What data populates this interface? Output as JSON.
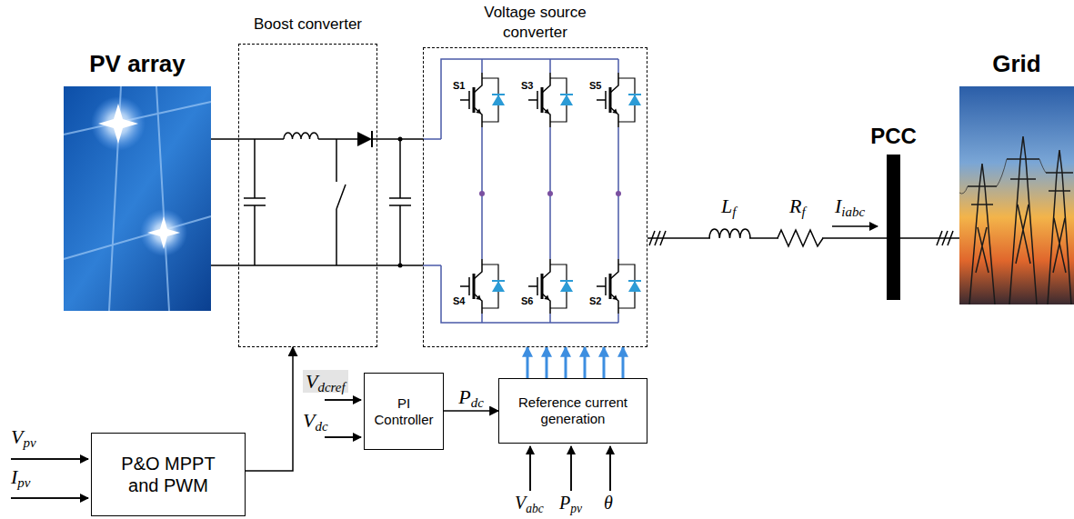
{
  "diagram": {
    "nodes": [
      {
        "text": [
          "PV array"
        ]
      },
      {
        "text": [
          "Boost converter"
        ]
      },
      {
        "text": [
          "Voltage source converter"
        ]
      },
      {
        "text": [
          "PCC"
        ]
      },
      {
        "text": [
          "Grid"
        ]
      },
      {
        "text": [
          "P&O MPPT and PWM"
        ]
      },
      {
        "text": [
          "PI Controller"
        ]
      },
      {
        "text": [
          "Reference current generation"
        ]
      }
    ],
    "edges": [
      {
        "from": 0,
        "to": 1,
        "arrow": "none"
      },
      {
        "from": 0,
        "to": 1,
        "arrow": "none"
      },
      {
        "from": 1,
        "to": 2,
        "arrow": "none"
      },
      {
        "from": 1,
        "to": 2,
        "arrow": "none"
      },
      {
        "from": 2,
        "to": 3,
        "arrow": "none"
      },
      {
        "from": 3,
        "to": 4,
        "arrow": "none"
      },
      {
        "from": 5,
        "to": 1,
        "arrow": "to"
      },
      {
        "from": 6,
        "to": 7,
        "label": "Pdc",
        "arrow": "to"
      },
      {
        "from": 7,
        "to": 2,
        "arrow": "to"
      },
      {
        "from": 7,
        "to": 2,
        "arrow": "to"
      },
      {
        "from": 7,
        "to": 2,
        "arrow": "to"
      },
      {
        "from": 7,
        "to": 2,
        "arrow": "to"
      },
      {
        "from": 7,
        "to": 2,
        "arrow": "to"
      },
      {
        "from": 7,
        "to": 2,
        "arrow": "to"
      }
    ],
    "labels": [
      "S1",
      "S3",
      "S5",
      "S4",
      "S6",
      "S2",
      "Lf",
      "Rf",
      "Iiabc",
      "Vpv",
      "Ipv",
      "Vdcref",
      "Vdc",
      "Vabc",
      "Ppv",
      "θ"
    ]
  }
}
